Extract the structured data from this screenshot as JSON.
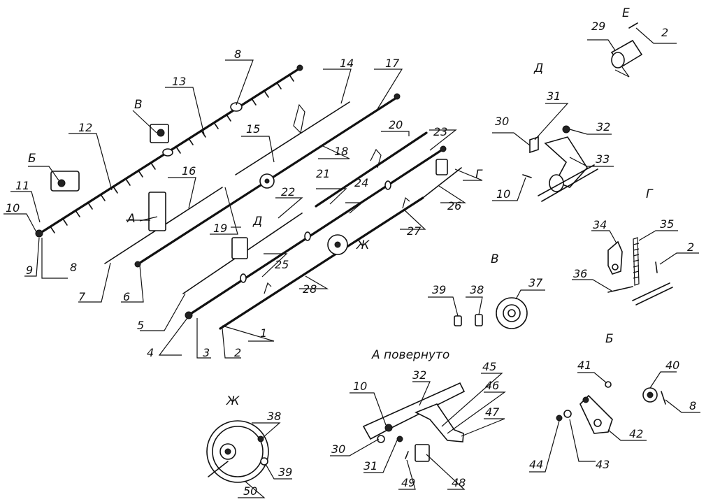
{
  "callouts": {
    "c1": "1",
    "c2": "2",
    "c3": "3",
    "c4": "4",
    "c5": "5",
    "c6": "6",
    "c7": "7",
    "c8": "8",
    "c9": "9",
    "c10": "10",
    "c11": "11",
    "c12": "12",
    "c13": "13",
    "c14": "14",
    "c15": "15",
    "c16": "16",
    "c17": "17",
    "c18": "18",
    "c19": "19",
    "c20": "20",
    "c21": "21",
    "c22": "22",
    "c23": "23",
    "c24": "24",
    "c25": "25",
    "c26": "26",
    "c27": "27",
    "c28": "28",
    "c29": "29",
    "c30": "30",
    "c31": "31",
    "c32": "32",
    "c33": "33",
    "c34": "34",
    "c35": "35",
    "c36": "36",
    "c37": "37",
    "c38": "38",
    "c39": "39",
    "c40": "40",
    "c41": "41",
    "c42": "42",
    "c43": "43",
    "c44": "44",
    "c45": "45",
    "c46": "46",
    "c47": "47",
    "c48": "48",
    "c49": "49",
    "c50": "50"
  },
  "views": {
    "A": "А",
    "A_rotated": "А повернуто",
    "B": "Б",
    "V": "В",
    "G": "Г",
    "D": "Д",
    "E": "Е",
    "ZH": "Ж"
  }
}
